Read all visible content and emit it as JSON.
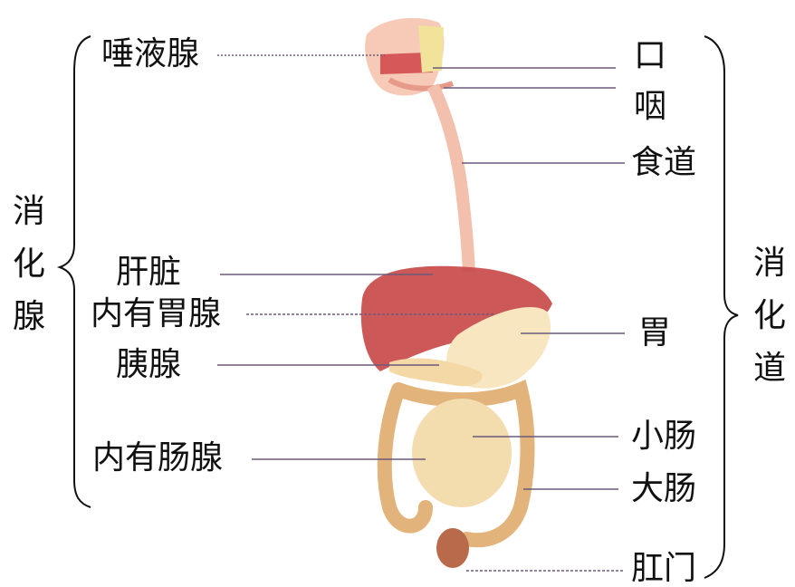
{
  "diagram": {
    "left_group": {
      "chars": [
        "消",
        "化",
        "腺"
      ]
    },
    "right_group": {
      "chars": [
        "消",
        "化",
        "道"
      ]
    },
    "left_labels": {
      "salivary_gland": "唾液腺",
      "liver": "肝脏",
      "gastric_gland": "内有胃腺",
      "pancreas": "胰腺",
      "intestinal_gland": "内有肠腺"
    },
    "right_labels": {
      "mouth": "口",
      "pharynx": "咽",
      "esophagus": "食道",
      "stomach": "胃",
      "small_intestine": "小肠",
      "large_intestine": "大肠",
      "anus": "肛门"
    },
    "colors": {
      "liver": "#c94a4a",
      "stomach": "#f7e6c0",
      "intestine": "#e8c08a",
      "esophagus": "#f2b8a8",
      "leader_line": "#6b5a7a"
    }
  }
}
